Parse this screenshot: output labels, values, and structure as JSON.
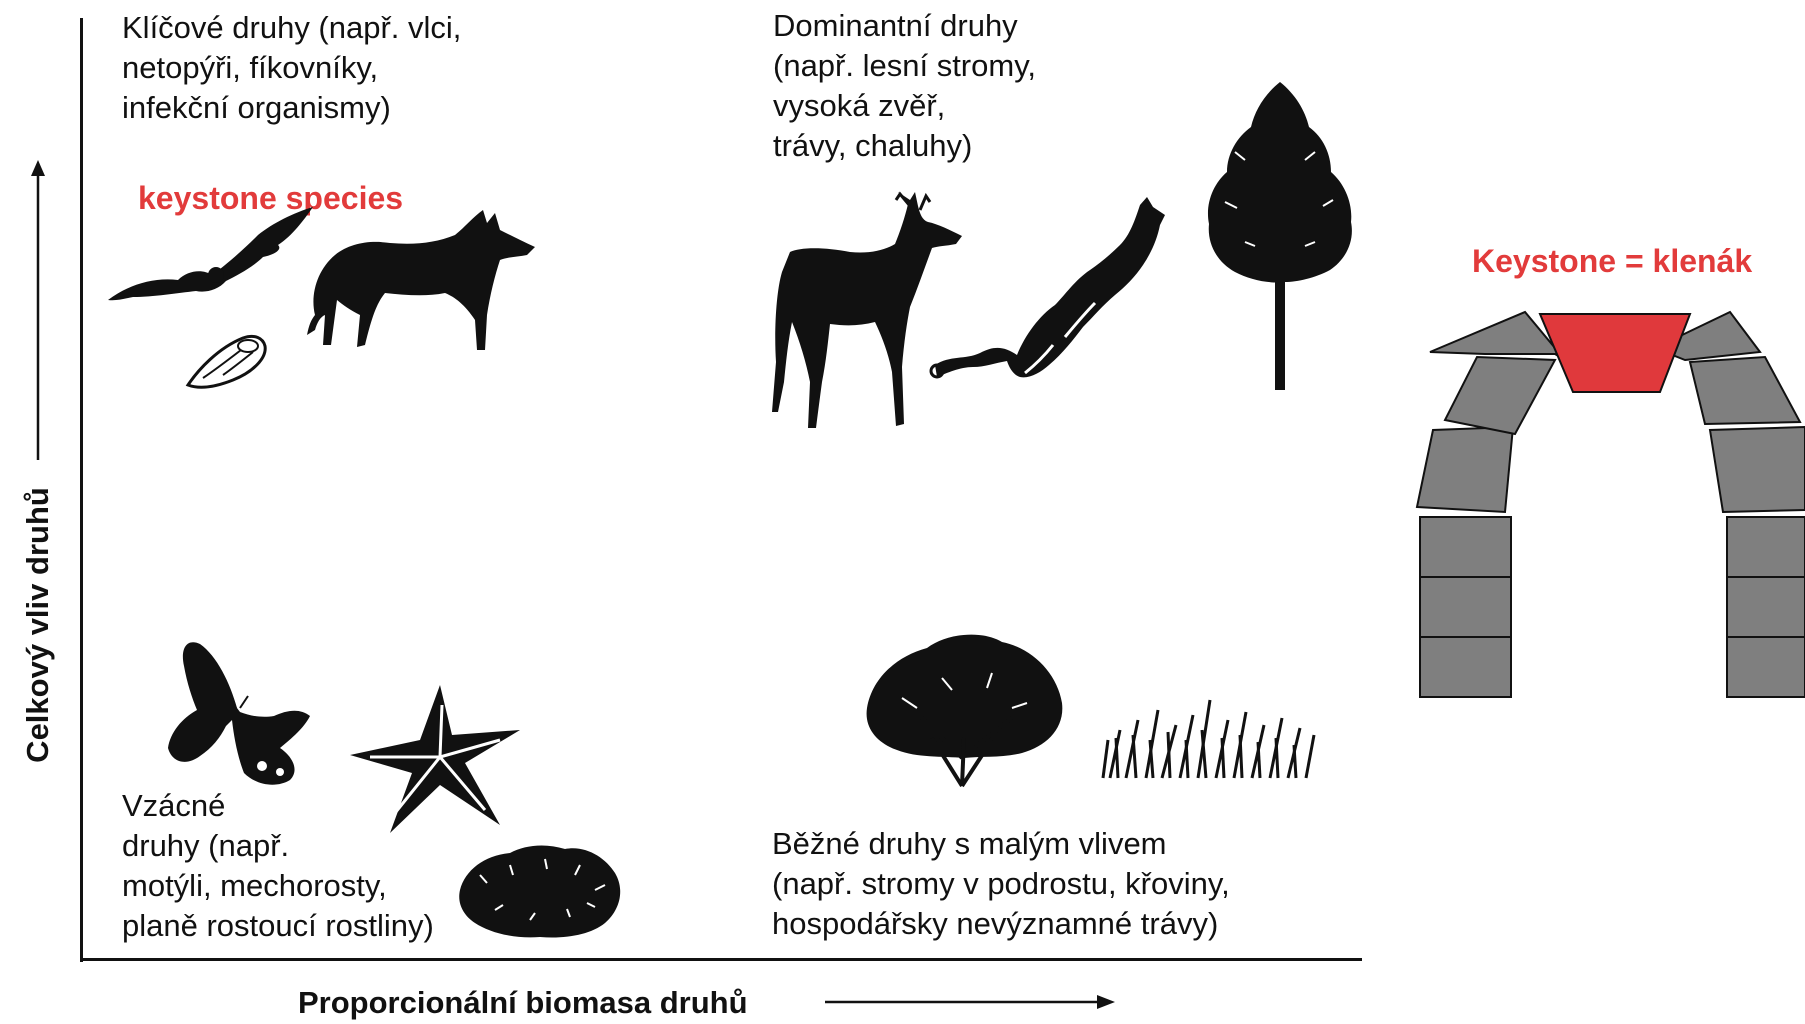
{
  "quadrants": {
    "keystone": {
      "label": "Klíčové druhy (např. vlci,\nnetopýři, fíkovníky,\ninfekční organismy)"
    },
    "dominant": {
      "label": "Dominantní druhy\n(např. lesní stromy,\nvysoká zvěř,\ntrávy, chaluhy)"
    },
    "rare": {
      "label": "Vzácné\ndruhy (např.\nmotýli, mechorosty,\nplaně rostoucí rostliny)"
    },
    "common": {
      "label": "Běžné druhy s malým vlivem\n(např. stromy v podrostu, křoviny,\nhospodářsky nevýznamné trávy)"
    }
  },
  "annotations": {
    "keystone_species": "keystone species",
    "keystone_translation": "Keystone = klenák"
  },
  "axes": {
    "y_label": "Celkový vliv druhů",
    "x_label": "Proporcionální biomasa druhů"
  },
  "colors": {
    "highlight": "#e23b3b",
    "keystone_block": "#e0393c",
    "arch_block": "#7f7f7f",
    "ink": "#111111"
  },
  "icons": [
    "bat-icon",
    "wolf-icon",
    "fig-icon",
    "deer-icon",
    "kelp-icon",
    "tree-icon",
    "butterfly-icon",
    "star-plant-icon",
    "moss-icon",
    "shrub-icon",
    "grass-icon",
    "arch-icon"
  ]
}
